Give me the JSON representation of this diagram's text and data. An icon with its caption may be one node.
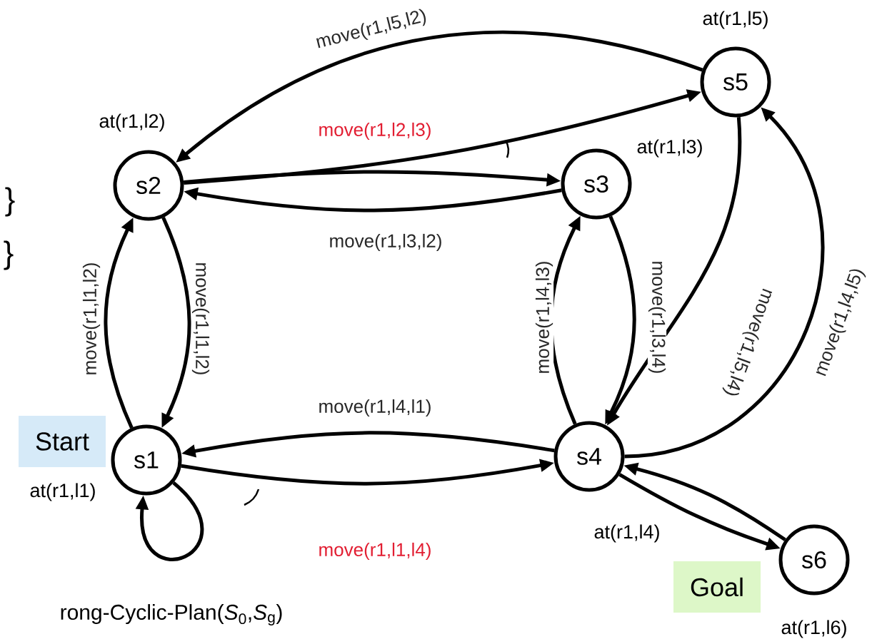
{
  "diagram": {
    "nodes": [
      {
        "text": [
          "s1"
        ],
        "beside": [
          "at(r1,l1)"
        ]
      },
      {
        "text": [
          "s2"
        ],
        "beside": [
          "at(r1,l2)"
        ]
      },
      {
        "text": [
          "s3"
        ],
        "beside": [
          "at(r1,l3)"
        ]
      },
      {
        "text": [
          "s4"
        ],
        "beside": [
          "at(r1,l4)"
        ]
      },
      {
        "text": [
          "s5"
        ],
        "beside": [
          "at(r1,l5)"
        ]
      },
      {
        "text": [
          "s6"
        ],
        "beside": [
          "at(r1,l6)"
        ]
      },
      {
        "text": [
          "Start"
        ]
      },
      {
        "text": [
          "Goal"
        ]
      }
    ],
    "edges": [
      {
        "from": 0,
        "to": 1,
        "arrow": "to",
        "label": "move(r1,l1,l2)"
      },
      {
        "from": 1,
        "to": 0,
        "arrow": "to",
        "label": "move(r1,l1,l2)"
      },
      {
        "from": 1,
        "to": 2,
        "arrow": "to",
        "label": "move(r1,l2,l3)"
      },
      {
        "from": 1,
        "to": 4,
        "arrow": "to"
      },
      {
        "from": 4,
        "to": 1,
        "arrow": "to",
        "label": "move(r1,l5,l2)"
      },
      {
        "from": 2,
        "to": 1,
        "arrow": "to",
        "label": "move(r1,l3,l2)"
      },
      {
        "from": 3,
        "to": 2,
        "arrow": "to",
        "label": "move(r1,l4,l3)"
      },
      {
        "from": 2,
        "to": 3,
        "arrow": "to",
        "label": "move(r1,l3,l4)"
      },
      {
        "from": 4,
        "to": 3,
        "arrow": "to",
        "label": "move(r1,l5,l4)"
      },
      {
        "from": 3,
        "to": 4,
        "arrow": "to",
        "label": "move(r1,l4,l5)"
      },
      {
        "from": 3,
        "to": 0,
        "arrow": "to",
        "label": "move(r1,l4,l1)"
      },
      {
        "from": 0,
        "to": 3,
        "arrow": "to",
        "label": "move(r1,l1,l4)"
      },
      {
        "from": 0,
        "to": 0,
        "arrow": "to"
      },
      {
        "from": 3,
        "to": 5,
        "arrow": "to"
      },
      {
        "from": 5,
        "to": 3,
        "arrow": "to"
      }
    ],
    "labels": [
      "}",
      "}",
      "rong-Cyclic-Plan(*S*$_{0}$,*S*$_{g}$)"
    ]
  }
}
